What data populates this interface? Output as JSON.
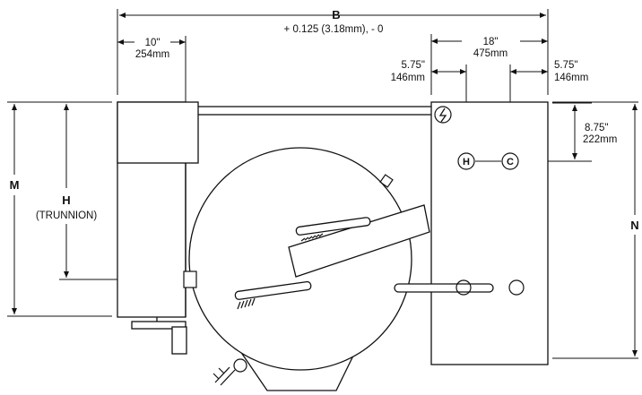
{
  "dims": {
    "B": {
      "letter": "B",
      "tolerance": "+ 0.125 (3.18mm), - 0"
    },
    "ten_in": {
      "in": "10\"",
      "mm": "254mm"
    },
    "eighteen": {
      "in": "18\"",
      "mm": "475mm"
    },
    "left_575": {
      "in": "5.75\"",
      "mm": "146mm"
    },
    "right_575": {
      "in": "5.75\"",
      "mm": "146mm"
    },
    "eight75": {
      "in": "8.75\"",
      "mm": "222mm"
    },
    "M": {
      "letter": "M"
    },
    "H": {
      "letter": "H",
      "sub": "(TRUNNION)"
    },
    "N": {
      "letter": "N"
    }
  },
  "markers": {
    "H": "H",
    "C": "C"
  }
}
